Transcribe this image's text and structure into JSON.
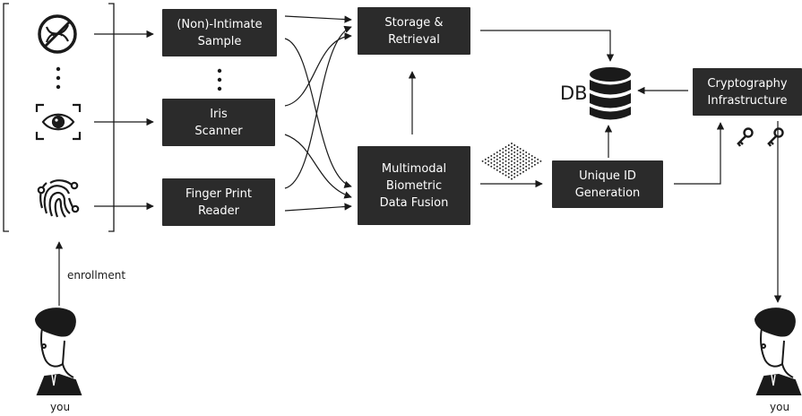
{
  "nodes": {
    "sample": "(Non)-Intimate\nSample",
    "iris": "Iris\nScanner",
    "finger": "Finger Print\nReader",
    "storage": "Storage &\nRetrieval",
    "fusion": "Multimodal\nBiometric\nData Fusion",
    "uid": "Unique ID\nGeneration",
    "crypto": "Cryptography\nInfrastructure",
    "db": "DB"
  },
  "labels": {
    "enrollment": "enrollment",
    "user_left": "you",
    "user_right": "you"
  },
  "icons": [
    "dna-icon",
    "eye-icon",
    "fingerprint-icon",
    "database-icon",
    "cube-icon",
    "key-icon",
    "person-icon"
  ],
  "colors": {
    "box": "#2b2b2b",
    "line": "#1a1a1a",
    "text_on_box": "#ffffff"
  }
}
